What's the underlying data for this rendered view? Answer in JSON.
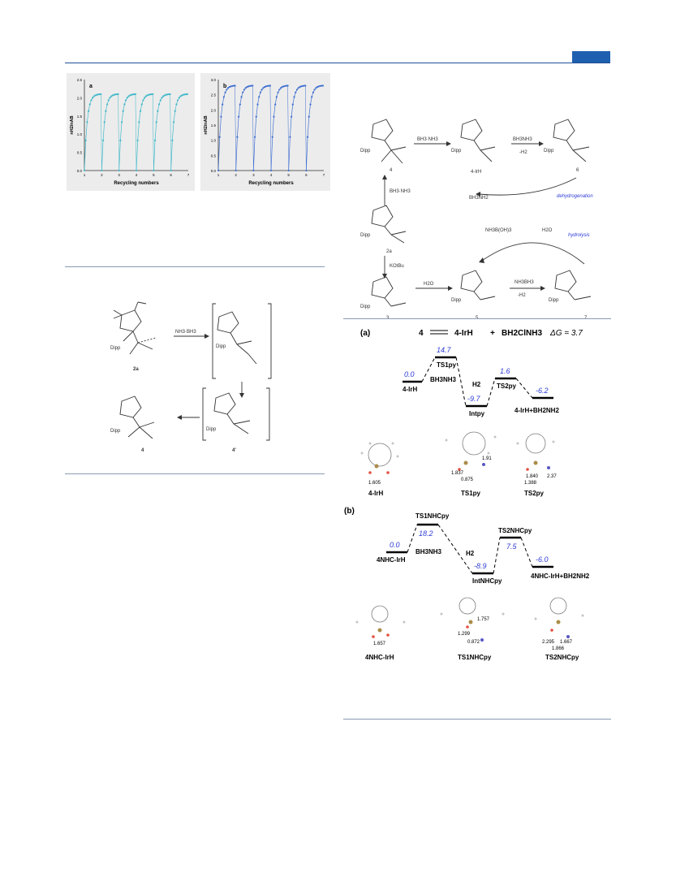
{
  "header": {
    "accent_color": "#1f5fb0"
  },
  "recycle_charts": {
    "chart_data": [
      {
        "type": "scatter",
        "panel": "a",
        "xlabel": "Recycling  numbers",
        "ylabel": "nH2/nAB",
        "xlim": [
          1,
          7
        ],
        "ylim": [
          0,
          2.5
        ],
        "xticks": [
          "1",
          "2",
          "3",
          "4",
          "5",
          "6",
          "7"
        ],
        "yticks": [
          "0.0",
          "0.5",
          "1.0",
          "1.5",
          "2.0",
          "2.5"
        ],
        "color": "#3fb8c9",
        "cycle_max": 2.1
      },
      {
        "type": "scatter",
        "panel": "b",
        "xlabel": "Recycling  numbers",
        "ylabel": "nH2/nAB",
        "xlim": [
          1,
          7
        ],
        "ylim": [
          0,
          3.0
        ],
        "xticks": [
          "1",
          "2",
          "3",
          "4",
          "5",
          "6",
          "7"
        ],
        "yticks": [
          "0.0",
          "0.5",
          "1.0",
          "1.5",
          "2.0",
          "2.5",
          "3.0"
        ],
        "color": "#3f6fd0",
        "cycle_max": 2.8
      }
    ]
  },
  "scheme_left": {
    "labels": [
      "2a",
      "4'",
      "4"
    ],
    "reagent": "NH3·BH3",
    "dipp": "Dipp"
  },
  "scheme_right": {
    "reagent_top": "BH3·NH3",
    "reagent_right": "BH3NH3",
    "minus_h2": "-H2",
    "bottom_left_product": "4-IrH",
    "bottom_left_reagent": "BH3NH2",
    "dehydrogenation": "dehydrogenation",
    "hydrolysis": "hydrolysis",
    "reagent_down": "KOtBu",
    "h2o": "H2O",
    "nh3bh3_reagent": "NH3BH3",
    "loop_reagent": "NH3B(OH)3",
    "labels": [
      "4",
      "6",
      "2a",
      "3",
      "5",
      "7"
    ]
  },
  "energy_a": {
    "panel": "(a)",
    "equation": {
      "left": "4",
      "right": "4-IrH",
      "plus": "+",
      "product": "BH2ClNH3",
      "dg": "ΔG = 3.7"
    },
    "levels": [
      {
        "name": "4-IrH",
        "value": "0.0"
      },
      {
        "name": "TS1py",
        "value": "14.7"
      },
      {
        "name": "Intpy",
        "value": "-9.7"
      },
      {
        "name": "TS2py",
        "value": "1.6"
      },
      {
        "name": "4-IrH+BH2NH2",
        "value": "-6.2"
      }
    ],
    "reagent": "BH3NH3",
    "h2": "H2",
    "structures": [
      "4-IrH",
      "TS1py",
      "TS2py"
    ],
    "distances": [
      "1.605",
      "1.837",
      "0.875",
      "1.91",
      "1.840",
      "1.388",
      "2.37"
    ]
  },
  "energy_b": {
    "panel": "(b)",
    "levels": [
      {
        "name": "4NHC-IrH",
        "value": "0.0"
      },
      {
        "name": "TS1NHCpy",
        "value": "18.2"
      },
      {
        "name": "IntNHCpy",
        "value": "-8.9"
      },
      {
        "name": "TS2NHCpy",
        "value": "7.5"
      },
      {
        "name": "4NHC-IrH+BH2NH2",
        "value": "-6.0"
      }
    ],
    "reagent": "BH3NH3",
    "h2": "H2",
    "structures": [
      "4NHC-IrH",
      "TS1NHCpy",
      "TS2NHCpy"
    ],
    "distances": [
      "1.657",
      "1.757",
      "1.299",
      "0.872",
      "2.295",
      "1.667",
      "1.866"
    ]
  }
}
